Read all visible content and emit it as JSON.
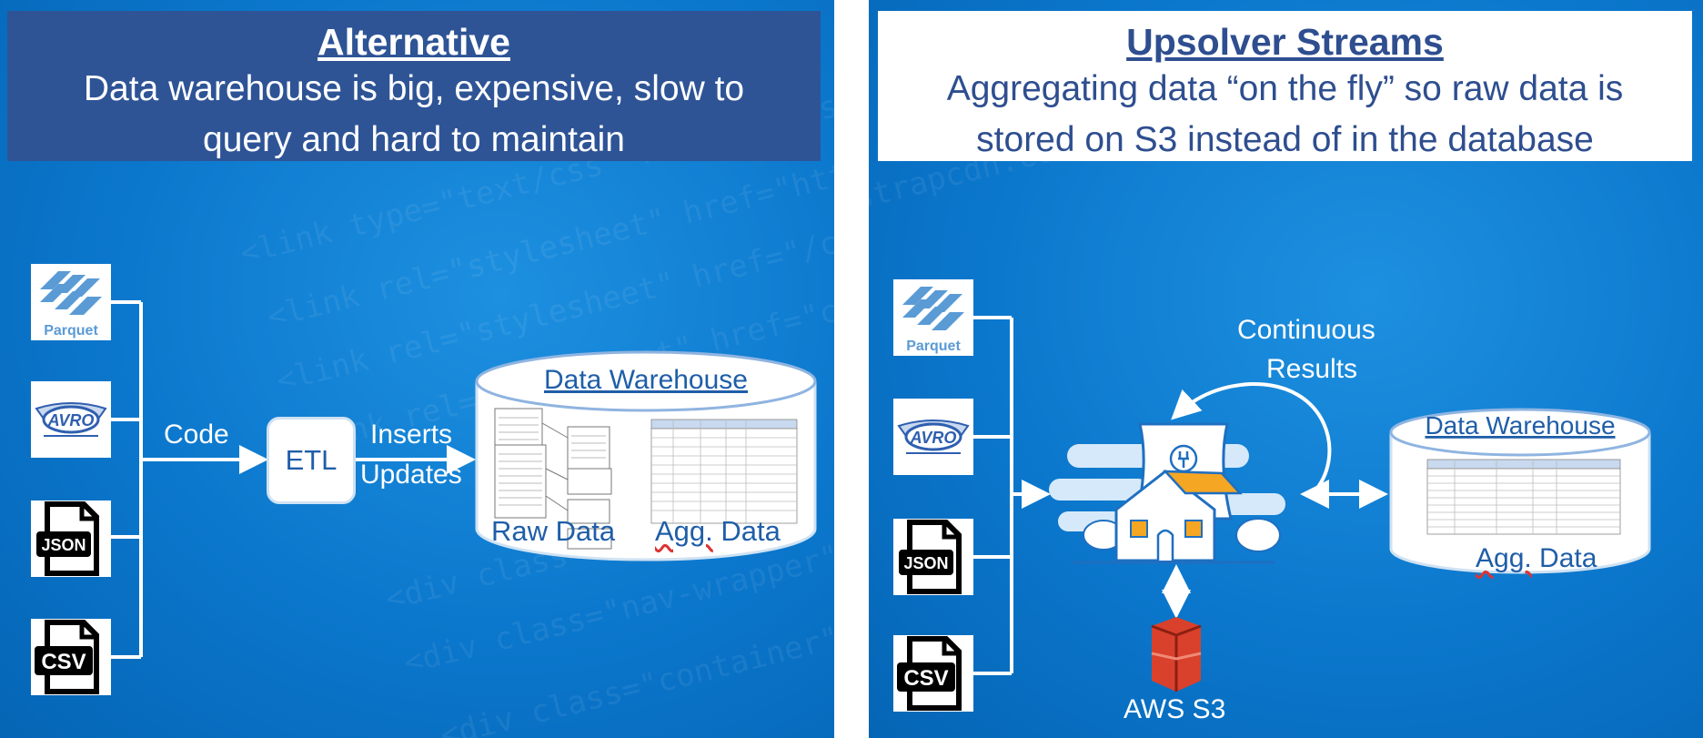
{
  "left": {
    "title": "Alternative",
    "subtitle_line1": "Data warehouse is big, expensive, slow to",
    "subtitle_line2": "query and hard to maintain",
    "sources": [
      {
        "icon": "parquet-icon",
        "label": "Parquet"
      },
      {
        "icon": "avro-icon",
        "label": "AVRO"
      },
      {
        "icon": "json-file-icon",
        "label": "JSON"
      },
      {
        "icon": "csv-file-icon",
        "label": "CSV"
      }
    ],
    "code_label": "Code",
    "etl_label": "ETL",
    "inserts_label": "Inserts",
    "updates_label": "Updates",
    "warehouse": {
      "title": "Data Warehouse",
      "raw_label": "Raw Data",
      "agg_label_a": "Agg.",
      "agg_label_b": " Data"
    }
  },
  "right": {
    "title": "Upsolver Streams",
    "subtitle_line1": "Aggregating data “on the fly” so raw data is",
    "subtitle_line2": "stored on S3 instead of in the database",
    "sources": [
      {
        "icon": "parquet-icon",
        "label": "Parquet"
      },
      {
        "icon": "avro-icon",
        "label": "AVRO"
      },
      {
        "icon": "json-file-icon",
        "label": "JSON"
      },
      {
        "icon": "csv-file-icon",
        "label": "CSV"
      }
    ],
    "continuous_line1": "Continuous",
    "continuous_line2": "Results",
    "s3_label": "AWS S3",
    "warehouse": {
      "title": "Data Warehouse",
      "agg_label_a": "Agg.",
      "agg_label_b": " Data"
    }
  },
  "colors": {
    "background_blue": "#0b77cc",
    "header_navy": "#2e5496",
    "header_text_blue": "#2e4e8f",
    "link_blue": "#1f5ea8",
    "house_orange": "#f5a623",
    "s3_red": "#d9412c"
  }
}
